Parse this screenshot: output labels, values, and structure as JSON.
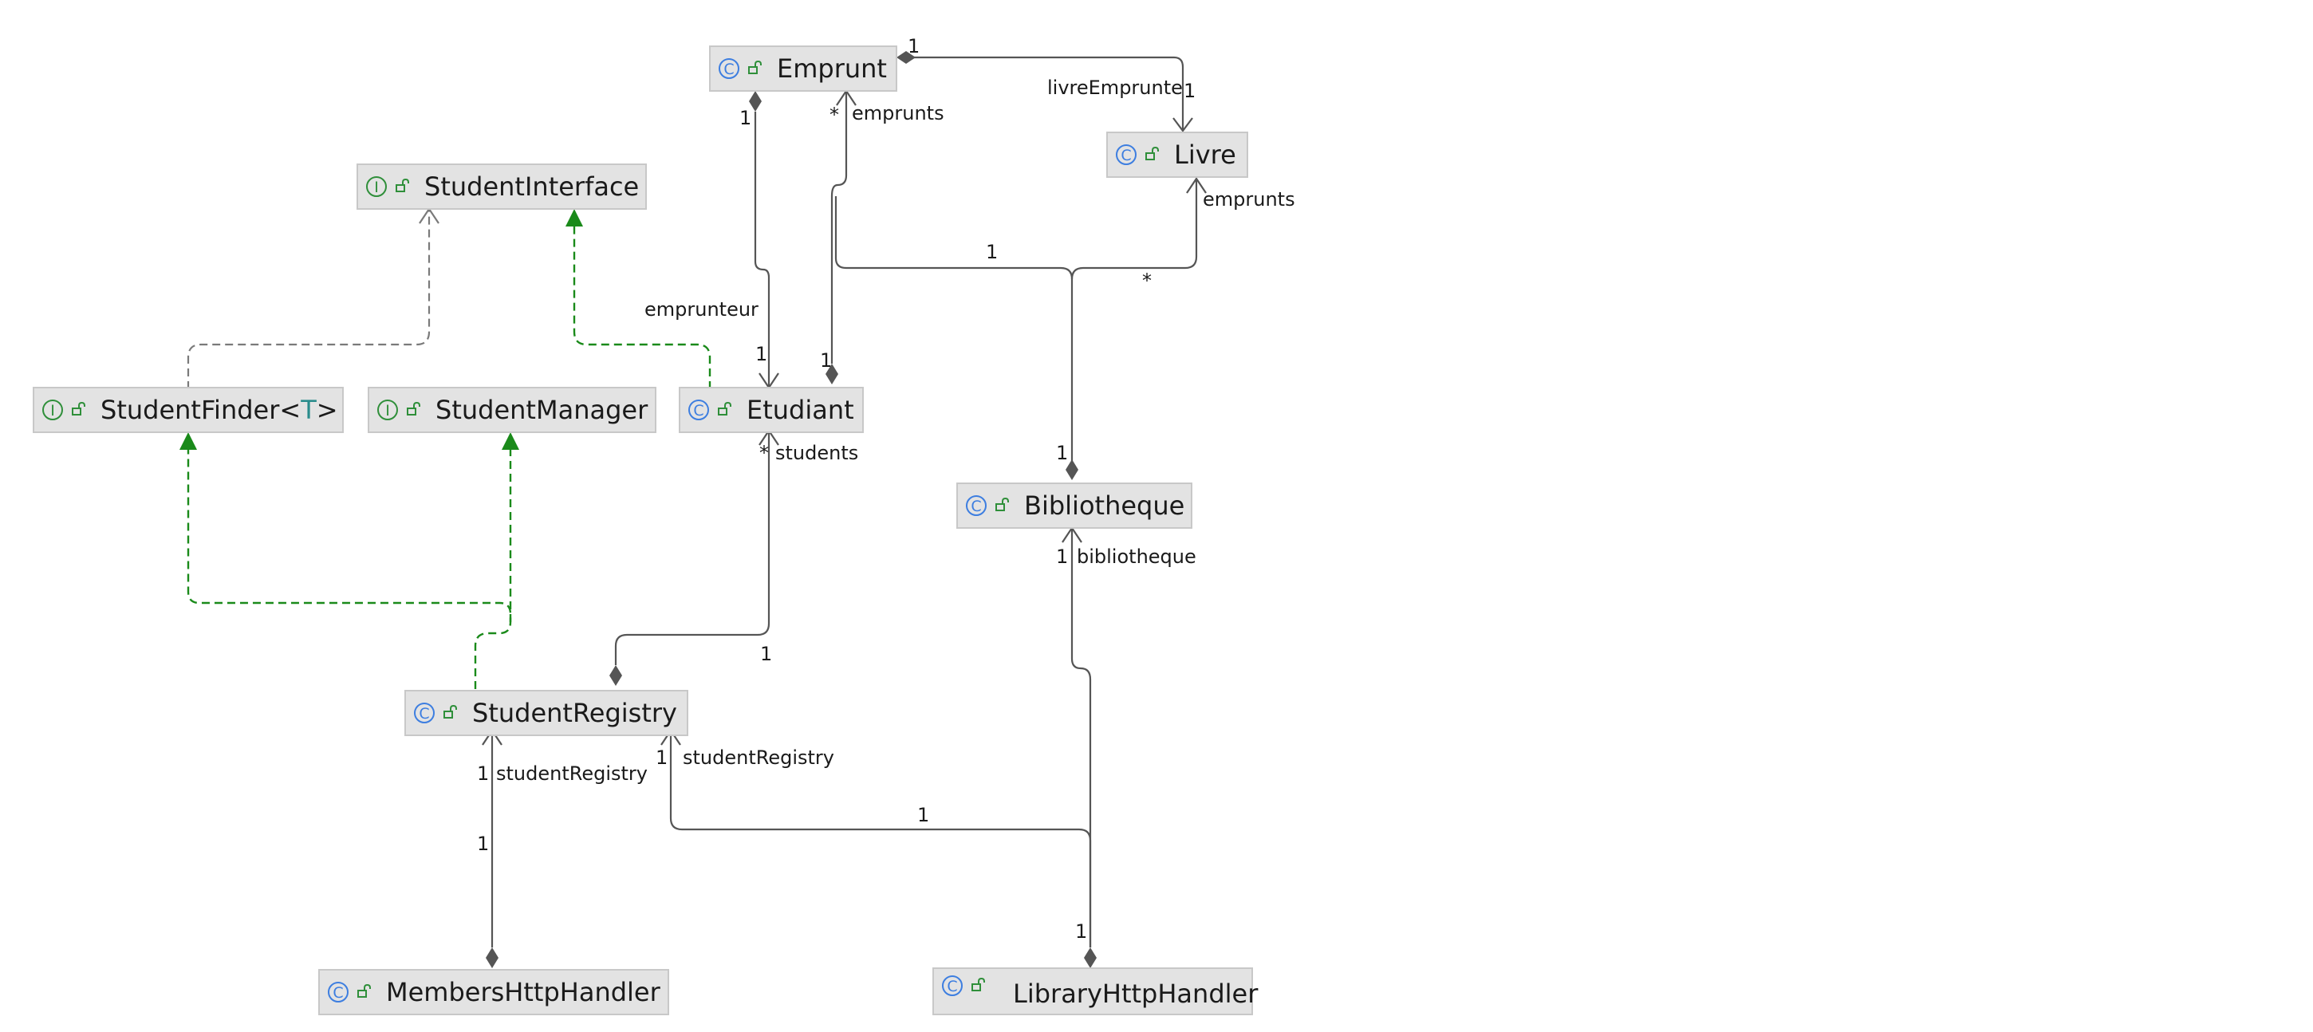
{
  "colors": {
    "class_badge": "#3d7ee0",
    "interface_badge": "#2f8f3a",
    "visibility_icon": "#2f8f3a",
    "node_fill": "#e3e3e3",
    "node_border": "#c8c8c8",
    "edge": "#555555",
    "realization": "#1a8a1a",
    "dependency": "#7a7a7a",
    "type_param": "#2a8c8c"
  },
  "icons": {
    "class": "class-c-badge-icon",
    "interface": "interface-i-badge-icon",
    "visibility": "public-open-lock-icon"
  },
  "nodes": {
    "emprunt": {
      "kind": "class",
      "name": "Emprunt"
    },
    "livre": {
      "kind": "class",
      "name": "Livre"
    },
    "studentinterface": {
      "kind": "interface",
      "name": "StudentInterface"
    },
    "studentfinder": {
      "kind": "interface",
      "name": "StudentFinder",
      "type_param": "T"
    },
    "studentmanager": {
      "kind": "interface",
      "name": "StudentManager"
    },
    "etudiant": {
      "kind": "class",
      "name": "Etudiant"
    },
    "bibliotheque": {
      "kind": "class",
      "name": "Bibliotheque"
    },
    "studentregistry": {
      "kind": "class",
      "name": "StudentRegistry"
    },
    "membershttphandler": {
      "kind": "class",
      "name": "MembersHttpHandler"
    },
    "libraryhttphandler": {
      "kind": "class",
      "name": "LibraryHttpHandler"
    }
  },
  "edges": [
    {
      "id": "emprunt-livre",
      "type": "composition",
      "from": "Emprunt",
      "to": "Livre",
      "source_multiplicity": "1",
      "target_multiplicity": "1",
      "role": "livreEmprunte"
    },
    {
      "id": "emprunt-etudiant",
      "type": "composition",
      "from": "Emprunt",
      "to": "Etudiant",
      "source_multiplicity": "1",
      "target_multiplicity": "1",
      "role": "emprunteur"
    },
    {
      "id": "etudiant-emprunt",
      "type": "composition",
      "from": "Etudiant",
      "to": "Emprunt",
      "source_multiplicity": "1",
      "target_multiplicity": "*",
      "role": "emprunts"
    },
    {
      "id": "bibliotheque-emprunt",
      "type": "composition",
      "from": "Bibliotheque",
      "to": "Emprunt",
      "source_multiplicity": "1",
      "target_multiplicity": "1"
    },
    {
      "id": "bibliotheque-livre",
      "type": "composition",
      "from": "Bibliotheque",
      "to": "Livre",
      "target_multiplicity": "*",
      "role": "emprunts"
    },
    {
      "id": "studentfinder-studentinterface",
      "type": "dependency",
      "from": "StudentFinder",
      "to": "StudentInterface"
    },
    {
      "id": "etudiant-studentinterface",
      "type": "realization",
      "from": "Etudiant",
      "to": "StudentInterface"
    },
    {
      "id": "studentregistry-studentfinder",
      "type": "realization",
      "from": "StudentRegistry",
      "to": "StudentFinder"
    },
    {
      "id": "studentregistry-studentmanager",
      "type": "realization",
      "from": "StudentRegistry",
      "to": "StudentManager"
    },
    {
      "id": "studentregistry-etudiant",
      "type": "composition",
      "from": "StudentRegistry",
      "to": "Etudiant",
      "source_multiplicity": "1",
      "target_multiplicity": "*",
      "role": "students"
    },
    {
      "id": "membershttphandler-studentregistry",
      "type": "composition",
      "from": "MembersHttpHandler",
      "to": "StudentRegistry",
      "source_multiplicity": "1",
      "target_multiplicity": "1",
      "role": "studentRegistry"
    },
    {
      "id": "libraryhttphandler-studentregistry",
      "type": "composition",
      "from": "LibraryHttpHandler",
      "to": "StudentRegistry",
      "source_multiplicity": "1",
      "target_multiplicity": "1",
      "role": "studentRegistry"
    },
    {
      "id": "libraryhttphandler-bibliotheque",
      "type": "composition",
      "from": "LibraryHttpHandler",
      "to": "Bibliotheque",
      "source_multiplicity": "1",
      "target_multiplicity": "1",
      "role": "bibliotheque"
    }
  ]
}
